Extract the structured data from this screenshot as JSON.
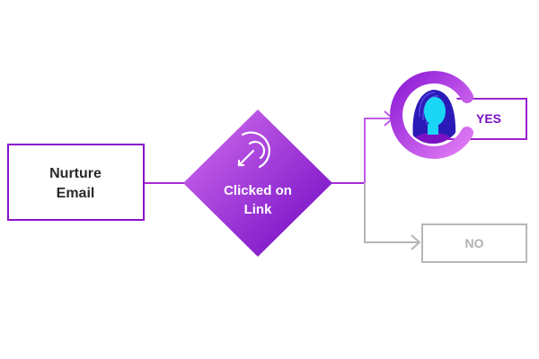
{
  "diagram": {
    "start_box": {
      "line1": "Nurture",
      "line2": "Email"
    },
    "decision": {
      "line1": "Clicked on",
      "line2": "Link"
    },
    "yes_box": {
      "label": "YES"
    },
    "no_box": {
      "label": "NO"
    }
  },
  "colors": {
    "purple_dark": "#8a10c8",
    "purple_light": "#c55ae8",
    "magenta": "#b93ae0",
    "gray": "#b6b6b6",
    "cyan": "#19d6f5",
    "text_dark": "#2a2a2a",
    "white": "#ffffff"
  }
}
